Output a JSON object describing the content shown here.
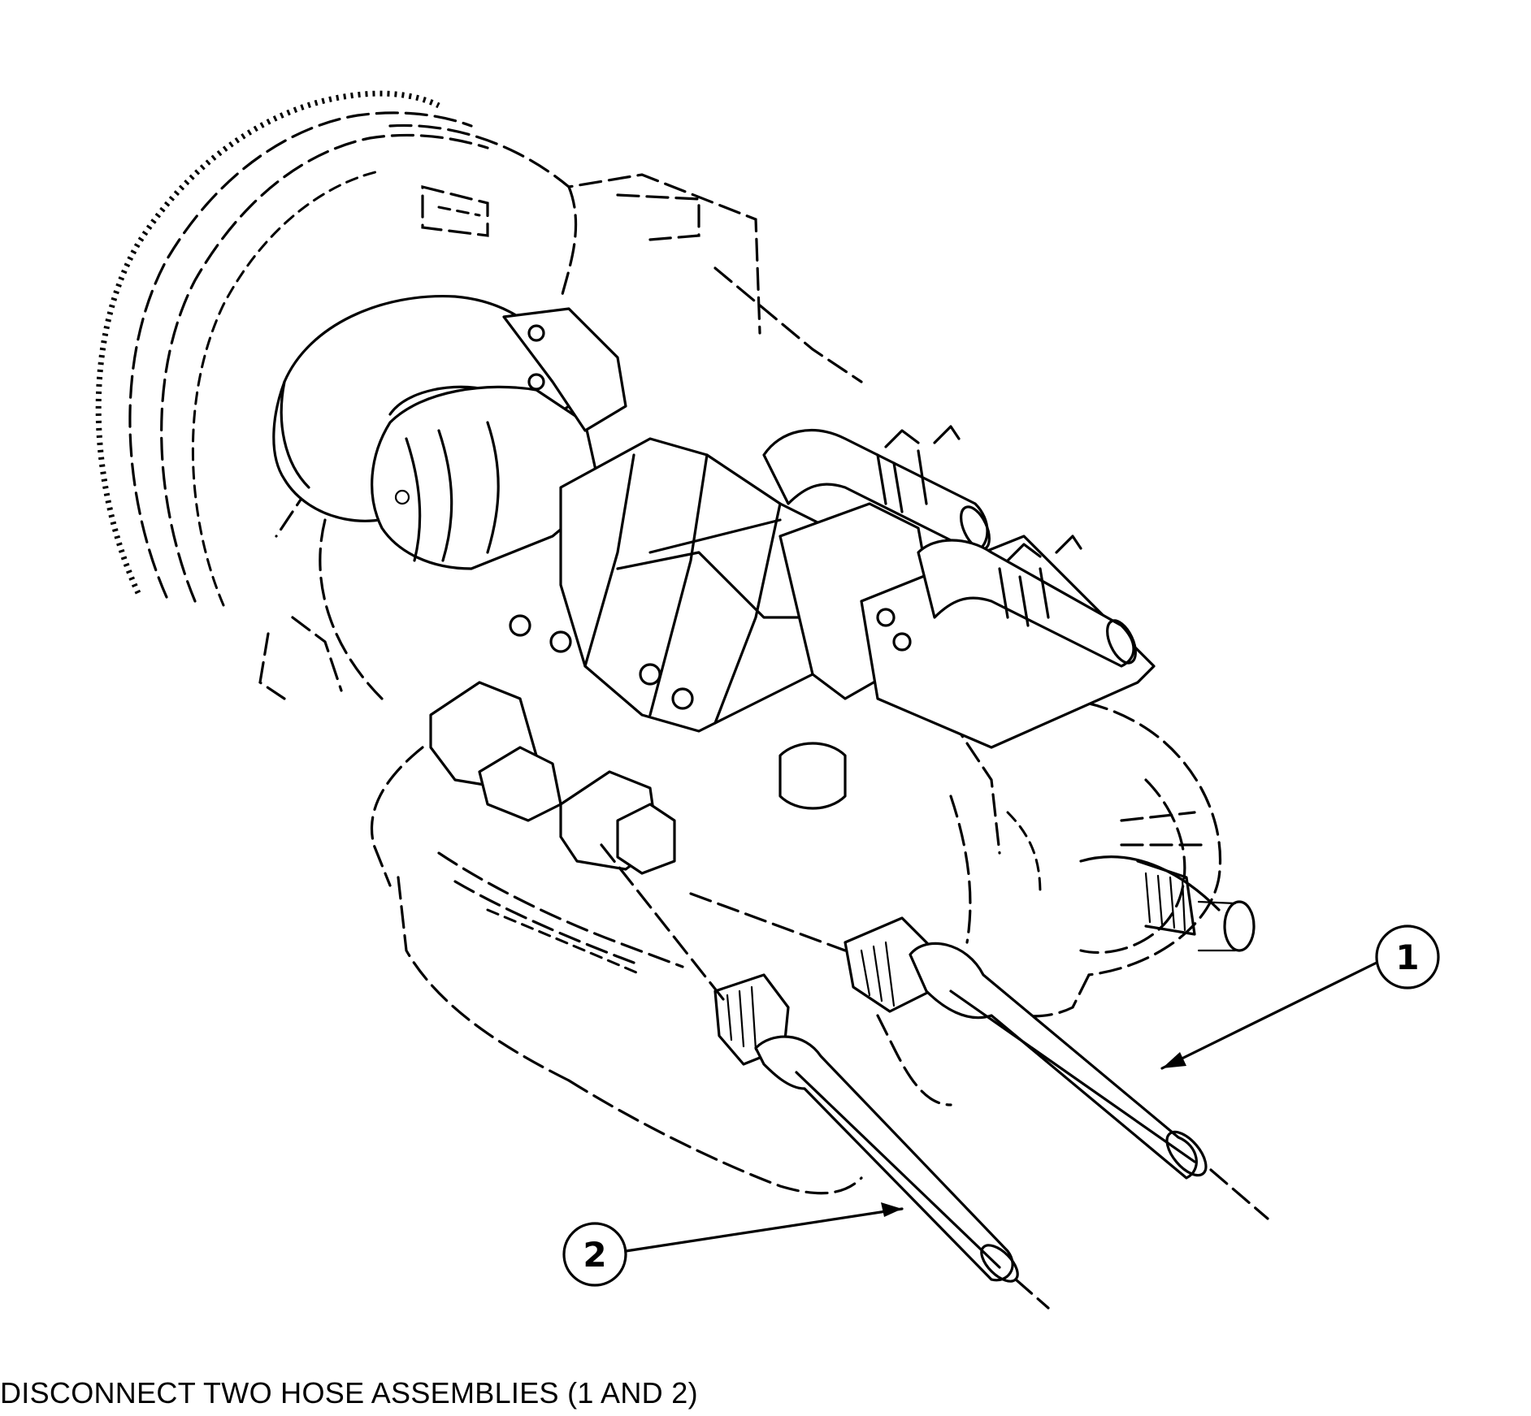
{
  "callouts": [
    {
      "label": "1"
    },
    {
      "label": "2"
    }
  ],
  "instruction_text": "DISCONNECT TWO HOSE ASSEMBLIES (1 AND 2)"
}
